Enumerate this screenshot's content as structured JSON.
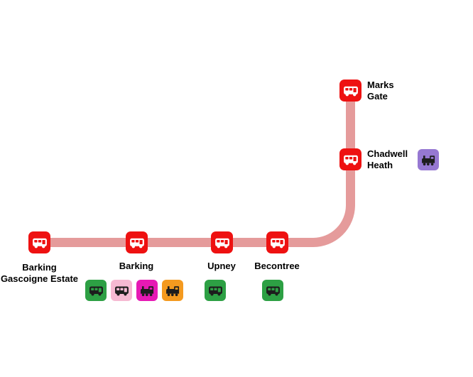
{
  "colors": {
    "line": "#e59b9b",
    "station_red": "#ee1111",
    "glyph_on_red": "#ffffff",
    "glyph_dark": "#1d1d1d",
    "chip_green": "#2da044",
    "chip_pink": "#f6b9d2",
    "chip_magenta": "#e619b4",
    "chip_orange": "#f49a1f",
    "chip_purple": "#9678d2",
    "background": "#ffffff"
  },
  "map": {
    "stations": [
      {
        "name": "Barking Gascoigne Estate",
        "label": "Barking\nGascoigne Estate",
        "connections": []
      },
      {
        "name": "Barking",
        "label": "Barking",
        "connections": [
          "green-bus",
          "pink-bus",
          "magenta-train",
          "orange-train"
        ]
      },
      {
        "name": "Upney",
        "label": "Upney",
        "connections": [
          "green-bus"
        ]
      },
      {
        "name": "Becontree",
        "label": "Becontree",
        "connections": [
          "green-bus"
        ]
      },
      {
        "name": "Chadwell Heath",
        "label": "Chadwell\nHeath",
        "connections": [
          "purple-train"
        ]
      },
      {
        "name": "Marks Gate",
        "label": "Marks\nGate",
        "connections": []
      }
    ]
  }
}
